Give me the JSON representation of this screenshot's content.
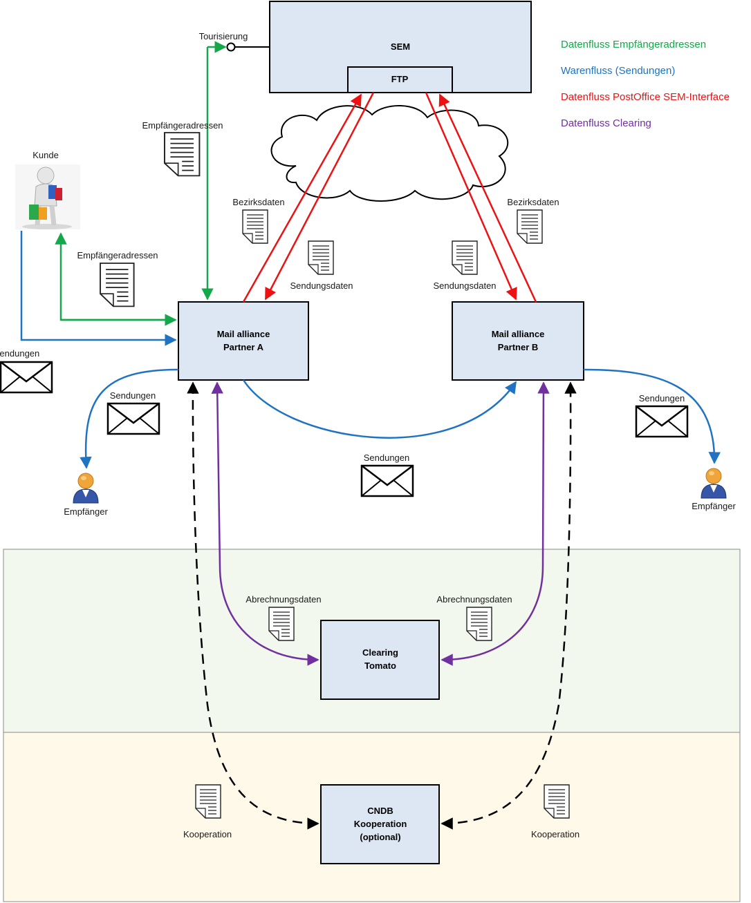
{
  "legend": {
    "items": [
      {
        "label": "Datenfluss Empfängeradressen",
        "color": "#14a84a"
      },
      {
        "label": "Warenfluss (Sendungen)",
        "color": "#1f73c2"
      },
      {
        "label": "Datenfluss PostOffice SEM-Interface",
        "color": "#ee1111"
      },
      {
        "label": "Datenfluss Clearing",
        "color": "#7030a0"
      }
    ]
  },
  "nodes": {
    "sem": {
      "title": "SEM",
      "ftp": "FTP"
    },
    "partner_a": {
      "line1": "Mail alliance",
      "line2": "Partner A"
    },
    "partner_b": {
      "line1": "Mail alliance",
      "line2": "Partner B"
    },
    "clearing": {
      "line1": "Clearing",
      "line2": "Tomato"
    },
    "cndb": {
      "line1": "CNDB",
      "line2": "Kooperation",
      "line3": "(optional)"
    },
    "kunde": {
      "label": "Kunde"
    },
    "empfaenger_a": {
      "label": "Empfänger"
    },
    "empfaenger_b": {
      "label": "Empfänger"
    }
  },
  "labels": {
    "tourisierung": "Tourisierung",
    "empfaengeradressen_top": "Empfängeradressen",
    "empfaengeradressen_left": "Empfängeradressen",
    "bezirksdaten_a": "Bezirksdaten",
    "bezirksdaten_b": "Bezirksdaten",
    "sendungsdaten_a": "Sendungsdaten",
    "sendungsdaten_b": "Sendungsdaten",
    "sendungen_left": "Sendungen",
    "sendungen_a": "Sendungen",
    "sendungen_mid": "Sendungen",
    "sendungen_b": "Sendungen",
    "abrechnungsdaten_a": "Abrechnungsdaten",
    "abrechnungsdaten_b": "Abrechnungsdaten",
    "kooperation_a": "Kooperation",
    "kooperation_b": "Kooperation"
  },
  "colors": {
    "green": "#14a84a",
    "blue": "#1f73c2",
    "red": "#ee1111",
    "purple": "#7030a0",
    "box_fill": "#dde6f3",
    "band_clearing": "#f3f8ee",
    "band_kooperation": "#fef9e8"
  },
  "icons": {
    "document": "document-icon",
    "envelope": "envelope-icon",
    "person": "person-icon",
    "customer": "customer-shopping-icon",
    "cloud": "cloud-icon"
  }
}
